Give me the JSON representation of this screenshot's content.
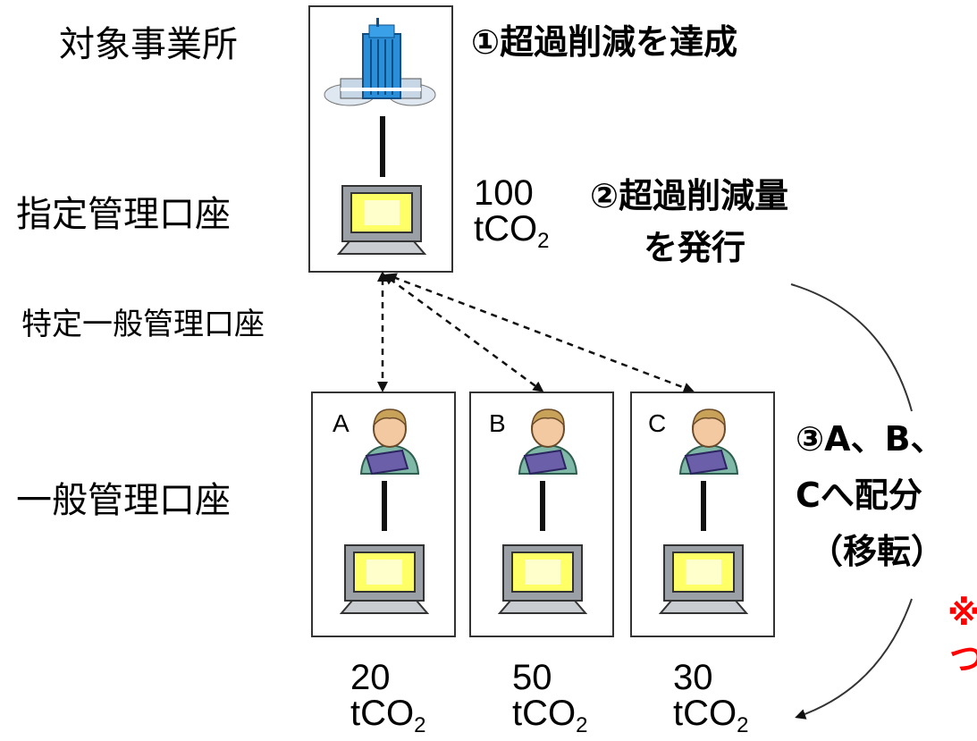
{
  "labels": {
    "target_site": "対象事業所",
    "designated_account": "指定管理口座",
    "specific_general_account": "特定一般管理口座",
    "general_account": "一般管理口座"
  },
  "steps": {
    "step1": "①超過削減を達成",
    "step2_line1": "②超過削減量",
    "step2_line2": "を発行",
    "step3_line1": "③A、B、",
    "step3_line2": "Cへ配分",
    "step3_line3": "（移転）"
  },
  "issued": {
    "value": "100",
    "unit": "tCO",
    "sub": "2"
  },
  "accounts": [
    {
      "letter": "A",
      "value": "20",
      "unit": "tCO",
      "sub": "2"
    },
    {
      "letter": "B",
      "value": "50",
      "unit": "tCO",
      "sub": "2"
    },
    {
      "letter": "C",
      "value": "30",
      "unit": "tCO",
      "sub": "2"
    }
  ],
  "note": {
    "line1": "※",
    "line2": "つ"
  },
  "colors": {
    "note": "#ff0000",
    "building": "#2a8fd8",
    "monitor_screen": "#ffff66"
  }
}
